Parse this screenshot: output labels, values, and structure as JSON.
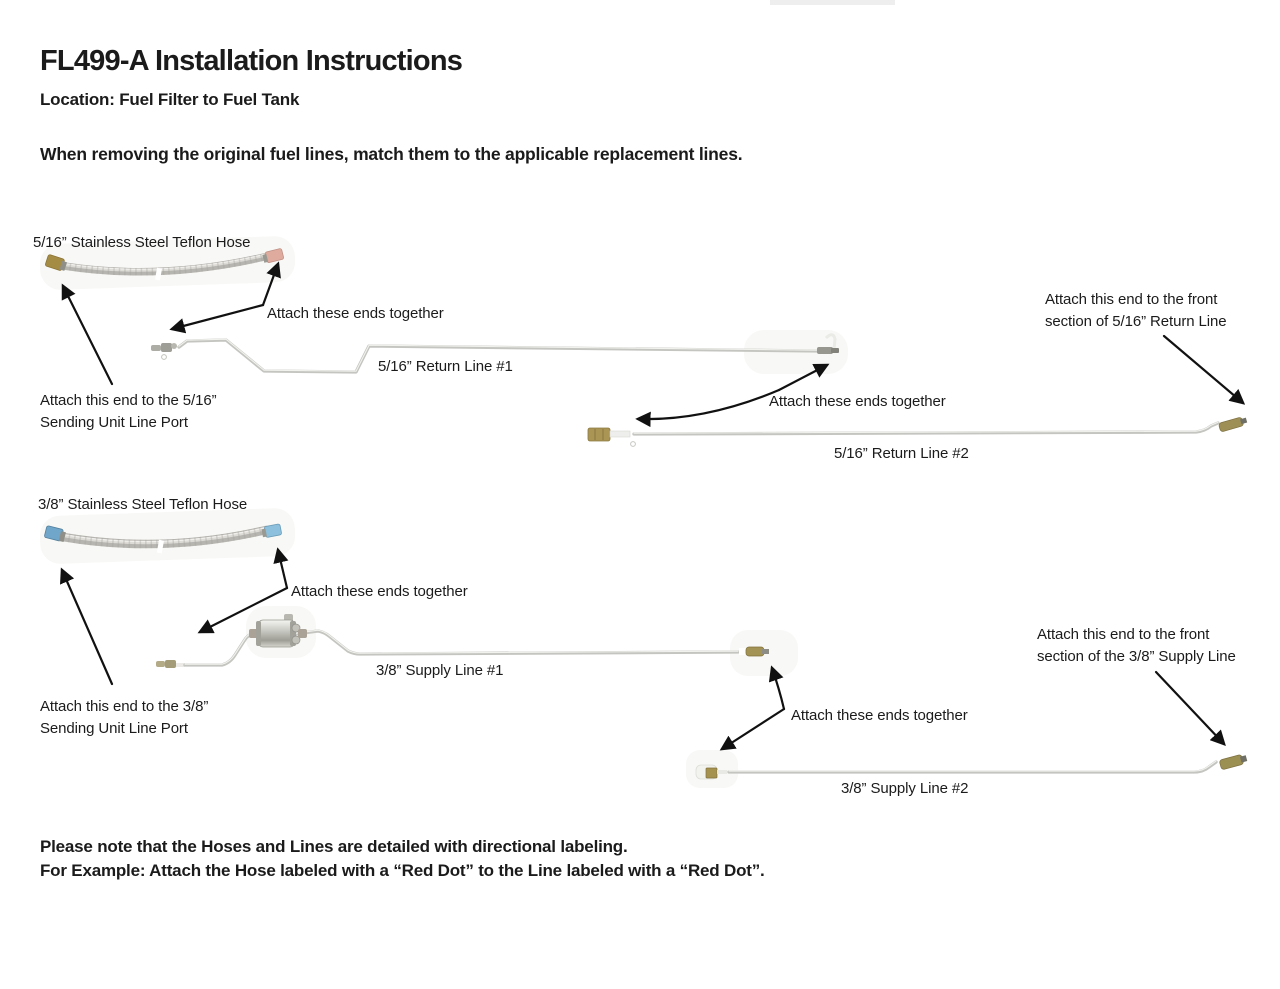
{
  "header": {
    "title": "FL499-A Installation Instructions",
    "location": "Location: Fuel Filter to Fuel Tank",
    "intro": "When removing the original fuel lines, match them to the applicable replacement lines."
  },
  "return_5_16": {
    "hose_label": "5/16” Stainless Steel Teflon Hose",
    "attach_together_hose": "Attach these ends together",
    "attach_together_lines": "Attach these ends together",
    "line1_label": "5/16” Return Line #1",
    "line2_label": "5/16” Return Line #2",
    "sending_unit_note": [
      "Attach this end to the 5/16”",
      "Sending Unit Line Port"
    ],
    "front_section_note": [
      "Attach this end to the front",
      "section of 5/16” Return Line"
    ]
  },
  "supply_3_8": {
    "hose_label": "3/8” Stainless Steel Teflon Hose",
    "attach_together_hose": "Attach these ends together",
    "attach_together_lines": "Attach these ends together",
    "line1_label": "3/8” Supply Line #1",
    "line2_label": "3/8” Supply Line #2",
    "sending_unit_note": [
      "Attach this end to the 3/8”",
      "Sending Unit Line Port"
    ],
    "front_section_note": [
      "Attach this end to the front",
      "section of the 3/8” Supply Line"
    ]
  },
  "footer": {
    "note1": "Please note that the Hoses and Lines are detailed with directional labeling.",
    "note2": "For Example: Attach the Hose labeled with a “Red Dot” to the Line labeled with a “Red Dot”."
  },
  "colors": {
    "text": "#1b1b1b",
    "metal_line": "#c4c4c0",
    "brass_fitting": "#a5924f",
    "hose_braid": "#b7b5b0",
    "hose_fitting_pink": "#dfab9f",
    "hose_fitting_blue": "#6fa6c9",
    "arrow": "#111111"
  }
}
